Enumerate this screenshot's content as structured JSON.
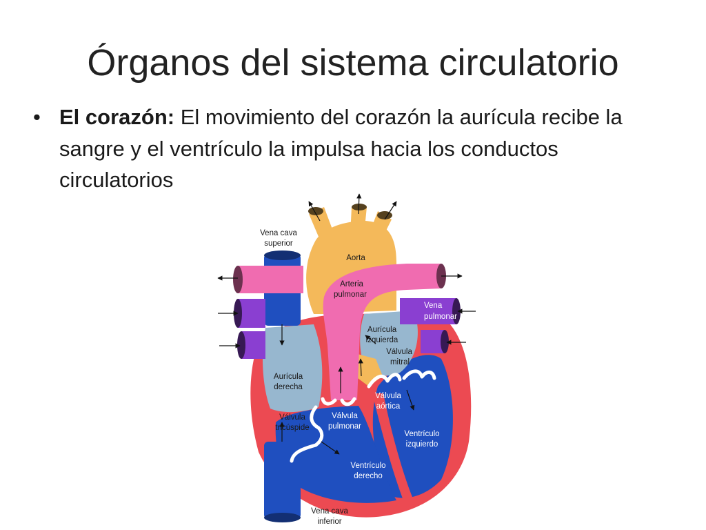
{
  "slide": {
    "title": "Órganos del sistema circulatorio",
    "bullet_symbol": "•",
    "bullet_term": "El corazón:",
    "bullet_text": " El movimiento del corazón la aurícula recibe la sangre y el ventrículo la impulsa hacia los conductos circulatorios"
  },
  "diagram": {
    "colors": {
      "oxygen_poor": "#1f4fbf",
      "oxygen_rich": "#ec4a52",
      "aorta": "#f4b95a",
      "pulmonary": "#f06cb0",
      "atrium": "#97b7cf",
      "vessel_purple": "#8a3fd1",
      "valve": "#ffffff"
    },
    "labels": {
      "vena_cava_superior": [
        "Vena cava",
        "superior"
      ],
      "aorta": [
        "Aorta"
      ],
      "arteria_pulmonar": [
        "Arteria",
        "pulmonar"
      ],
      "vena_pulmonar": [
        "Vena",
        "pulmonar"
      ],
      "auricula_izquierda": [
        "Aurícula",
        "izquierda"
      ],
      "valvula_mitral": [
        "Válvula",
        "mitral"
      ],
      "auricula_derecha": [
        "Aurícula",
        "derecha"
      ],
      "valvula_aortica": [
        "Válvula",
        "aórtica"
      ],
      "valvula_tricuspide": [
        "Válvula",
        "tricúspide"
      ],
      "valvula_pulmonar": [
        "Válvula",
        "pulmonar"
      ],
      "ventriculo_izquierdo": [
        "Ventrículo",
        "izquierdo"
      ],
      "ventriculo_derecho": [
        "Ventrículo",
        "derecho"
      ],
      "vena_cava_inferior": [
        "Vena cava",
        "inferior"
      ]
    }
  }
}
